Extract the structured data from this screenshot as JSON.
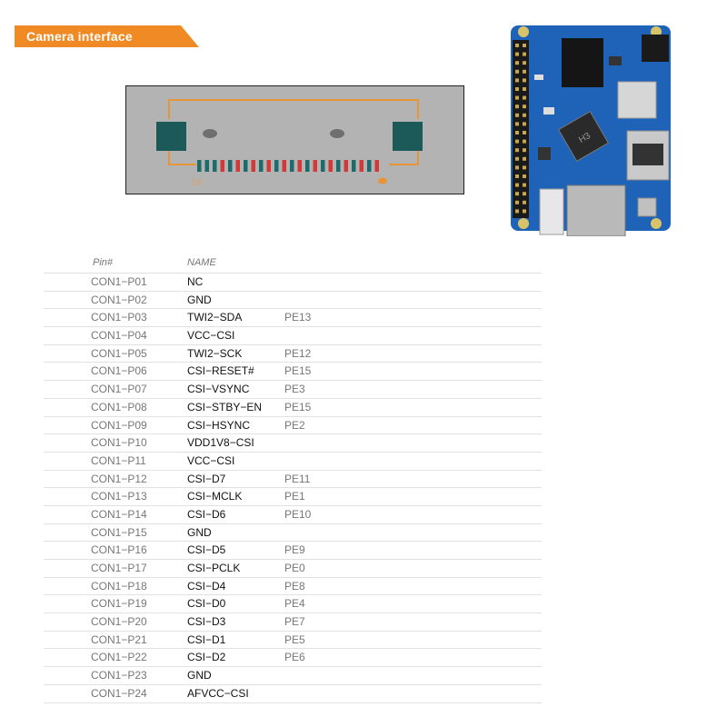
{
  "banner": {
    "title": "Camera interface",
    "color": "#f08a24"
  },
  "connector_diagram": {
    "background": "#b3b3b3",
    "outline_color": "#e8953a",
    "pad_color": "#1c5a5a",
    "pin_colors": [
      "#1d6b6b",
      "#d23a3a"
    ],
    "pin_count": 24,
    "first_pin_label": "24"
  },
  "board_photo": {
    "chip_label": "H3",
    "pcb_color": "#1e63b8"
  },
  "table": {
    "header_pin": "Pin#",
    "header_name": "NAME",
    "rows": [
      {
        "pin": "CON1−P01",
        "name": "NC",
        "gpio": ""
      },
      {
        "pin": "CON1−P02",
        "name": "GND",
        "gpio": ""
      },
      {
        "pin": "CON1−P03",
        "name": "TWI2−SDA",
        "gpio": "PE13"
      },
      {
        "pin": "CON1−P04",
        "name": "VCC−CSI",
        "gpio": ""
      },
      {
        "pin": "CON1−P05",
        "name": "TWI2−SCK",
        "gpio": "PE12"
      },
      {
        "pin": "CON1−P06",
        "name": "CSI−RESET#",
        "gpio": "PE15"
      },
      {
        "pin": "CON1−P07",
        "name": "CSI−VSYNC",
        "gpio": "PE3"
      },
      {
        "pin": "CON1−P08",
        "name": "CSI−STBY−EN",
        "gpio": "PE15"
      },
      {
        "pin": "CON1−P09",
        "name": "CSI−HSYNC",
        "gpio": "PE2"
      },
      {
        "pin": "CON1−P10",
        "name": "VDD1V8−CSI",
        "gpio": ""
      },
      {
        "pin": "CON1−P11",
        "name": "VCC−CSI",
        "gpio": ""
      },
      {
        "pin": "CON1−P12",
        "name": "CSI−D7",
        "gpio": "PE11"
      },
      {
        "pin": "CON1−P13",
        "name": "CSI−MCLK",
        "gpio": "PE1"
      },
      {
        "pin": "CON1−P14",
        "name": "CSI−D6",
        "gpio": "PE10"
      },
      {
        "pin": "CON1−P15",
        "name": "GND",
        "gpio": ""
      },
      {
        "pin": "CON1−P16",
        "name": "CSI−D5",
        "gpio": "PE9"
      },
      {
        "pin": "CON1−P17",
        "name": "CSI−PCLK",
        "gpio": "PE0"
      },
      {
        "pin": "CON1−P18",
        "name": "CSI−D4",
        "gpio": "PE8"
      },
      {
        "pin": "CON1−P19",
        "name": "CSI−D0",
        "gpio": "PE4"
      },
      {
        "pin": "CON1−P20",
        "name": "CSI−D3",
        "gpio": "PE7"
      },
      {
        "pin": "CON1−P21",
        "name": "CSI−D1",
        "gpio": "PE5"
      },
      {
        "pin": "CON1−P22",
        "name": "CSI−D2",
        "gpio": "PE6"
      },
      {
        "pin": "CON1−P23",
        "name": "GND",
        "gpio": ""
      },
      {
        "pin": "CON1−P24",
        "name": "AFVCC−CSI",
        "gpio": ""
      }
    ]
  }
}
